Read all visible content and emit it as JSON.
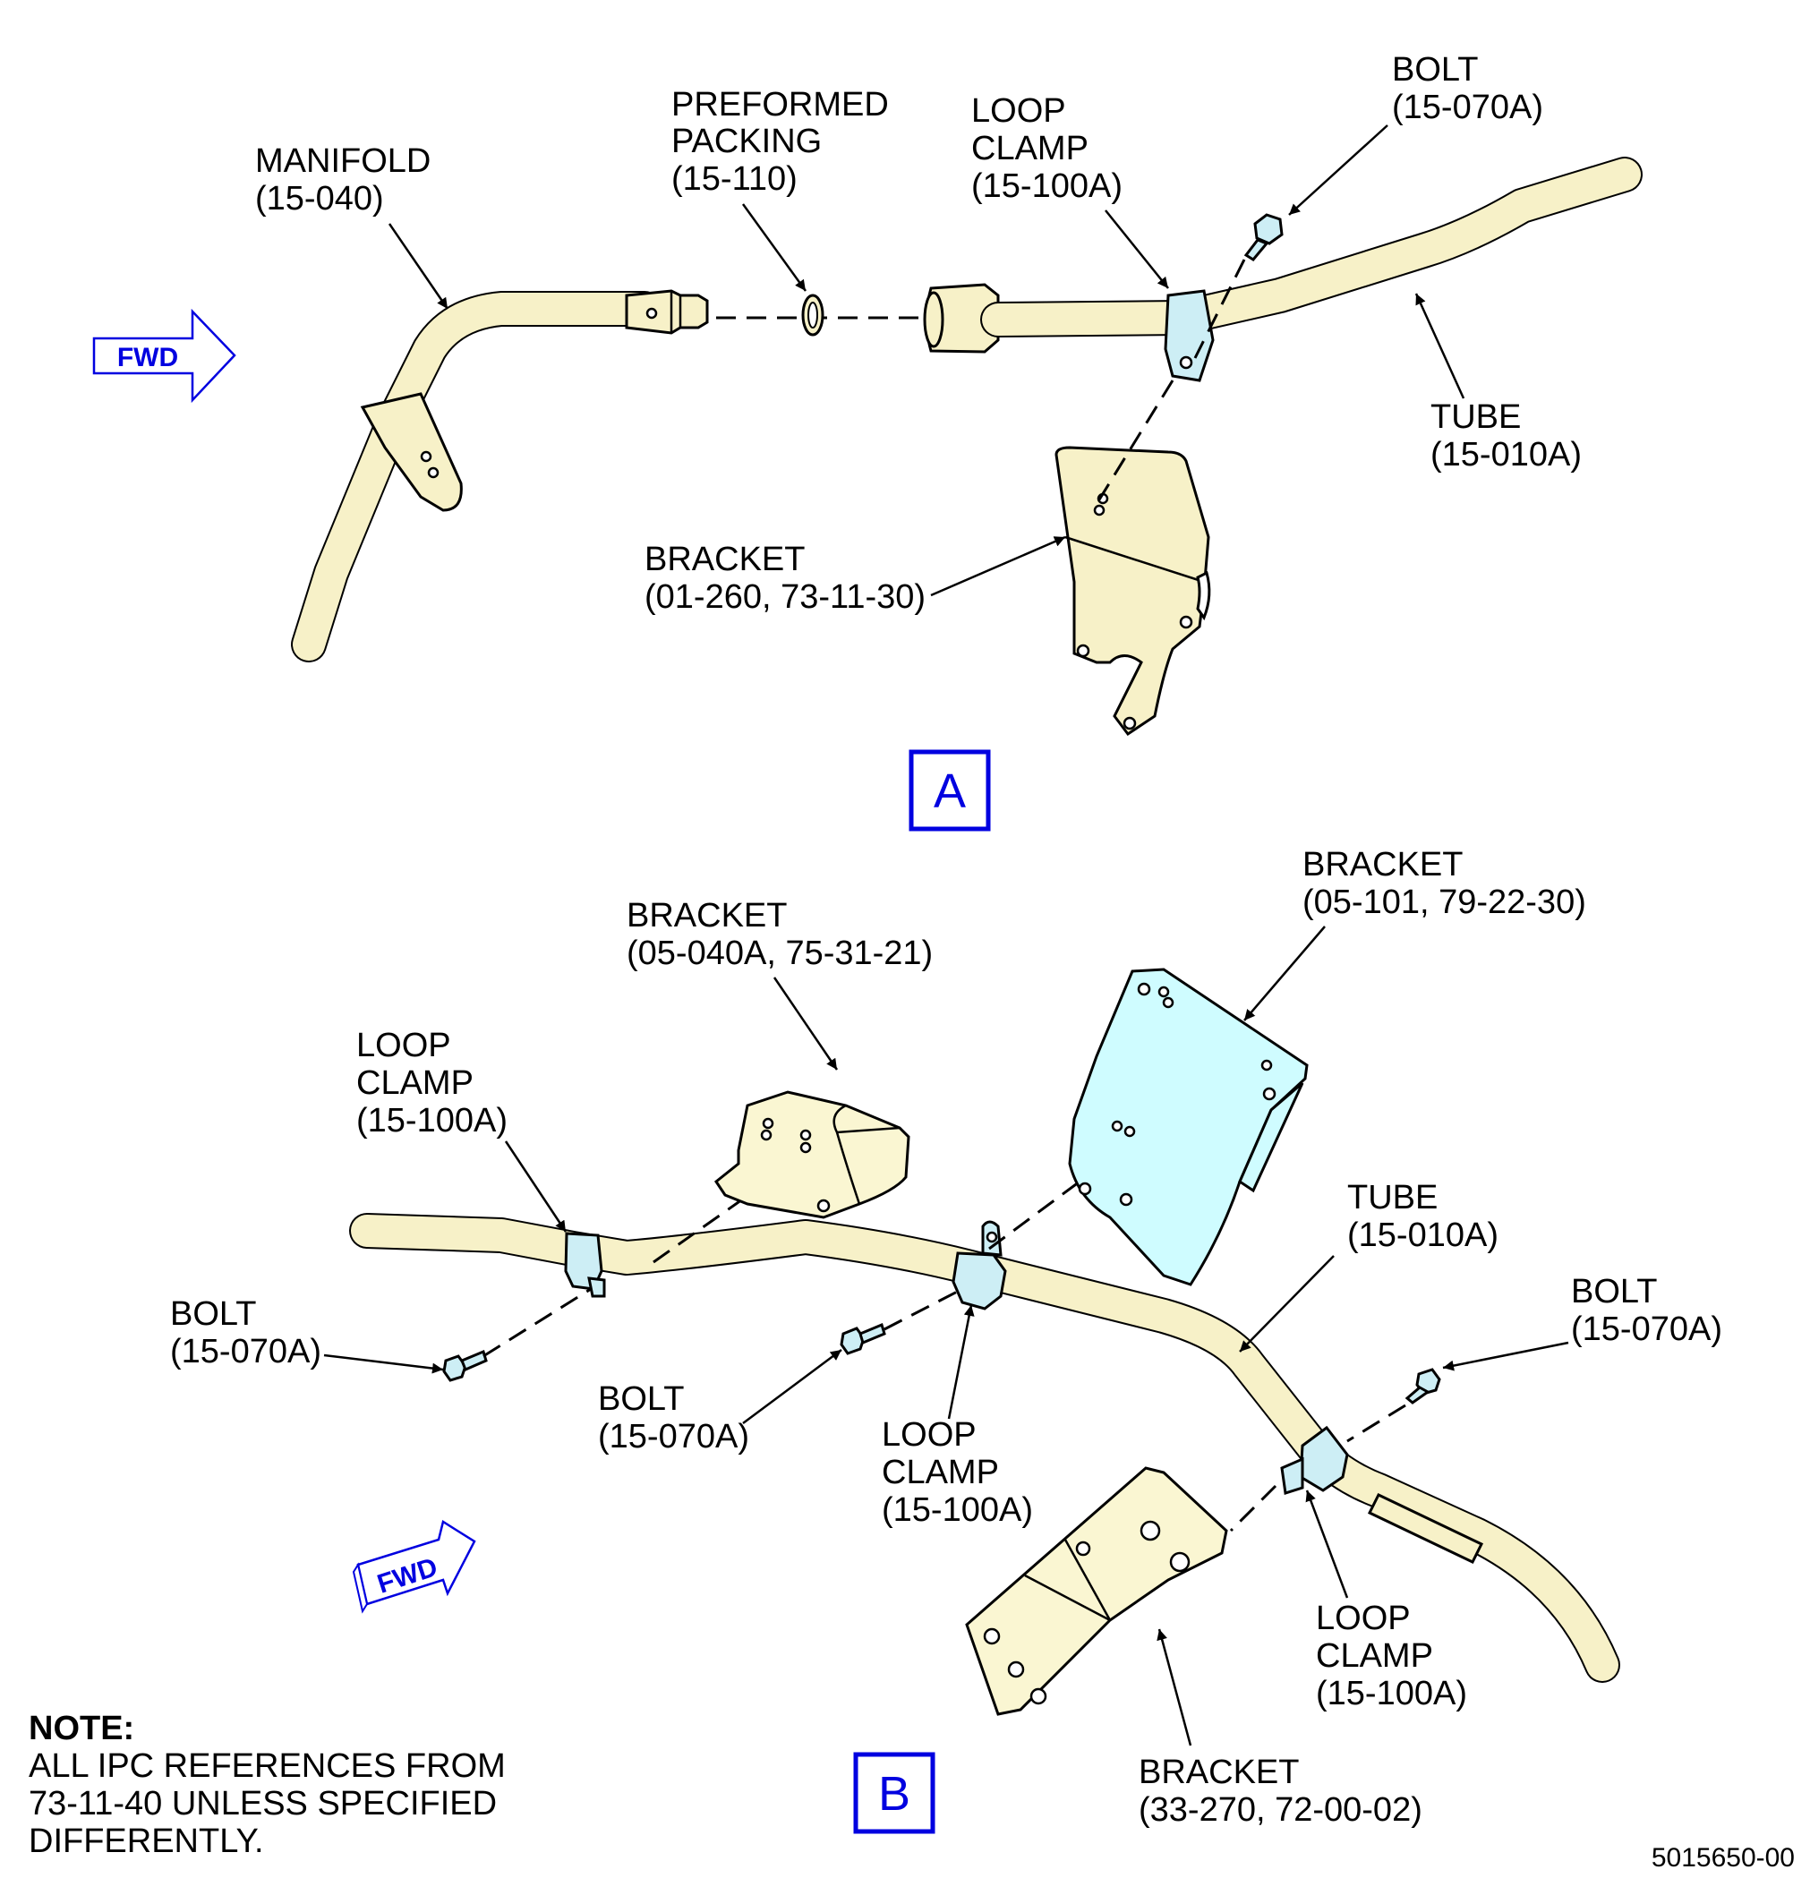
{
  "colors": {
    "tube": "#f7f1c8",
    "clamp": "#cdeef5",
    "bracket_blue": "#cffcff",
    "bracket_yellow": "#faf6d2",
    "accent_blue": "#0000e0"
  },
  "view_a": {
    "box_label": "A",
    "fwd_label": "FWD",
    "manifold": [
      "MANIFOLD",
      "(15-040)"
    ],
    "packing": [
      "PREFORMED",
      "PACKING",
      "(15-110)"
    ],
    "loop_clamp": [
      "LOOP",
      "CLAMP",
      "(15-100A)"
    ],
    "bolt": [
      "BOLT",
      "(15-070A)"
    ],
    "tube": [
      "TUBE",
      "(15-010A)"
    ],
    "bracket": [
      "BRACKET",
      "(01-260, 73-11-30)"
    ]
  },
  "view_b": {
    "box_label": "B",
    "fwd_label": "FWD",
    "bracket_right": [
      "BRACKET",
      "(05-101, 79-22-30)"
    ],
    "bracket_mid": [
      "BRACKET",
      "(05-040A, 75-31-21)"
    ],
    "loop_clamp_left": [
      "LOOP",
      "CLAMP",
      "(15-100A)"
    ],
    "tube": [
      "TUBE",
      "(15-010A)"
    ],
    "bolt_right": [
      "BOLT",
      "(15-070A)"
    ],
    "bolt_left": [
      "BOLT",
      "(15-070A)"
    ],
    "bolt_mid": [
      "BOLT",
      "(15-070A)"
    ],
    "loop_clamp_mid": [
      "LOOP",
      "CLAMP",
      "(15-100A)"
    ],
    "loop_clamp_right": [
      "LOOP",
      "CLAMP",
      "(15-100A)"
    ],
    "bracket_bottom": [
      "BRACKET",
      "(33-270, 72-00-02)"
    ]
  },
  "note": {
    "heading": "NOTE:",
    "lines": [
      "ALL IPC REFERENCES FROM",
      "73-11-40 UNLESS SPECIFIED",
      "DIFFERENTLY."
    ]
  },
  "figure_id": "5015650-00"
}
